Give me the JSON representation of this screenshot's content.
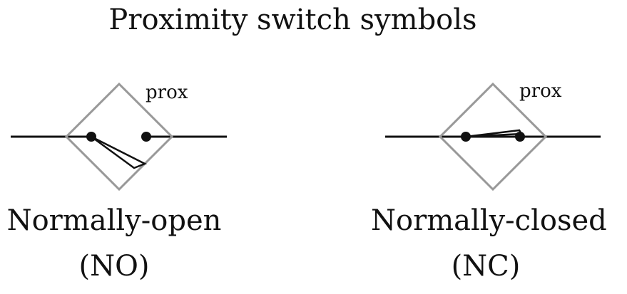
{
  "title": "Proximity switch symbols",
  "symbols": [
    {
      "id": "no",
      "tag": "prox",
      "caption": "Normally-open",
      "abbreviation": "(NO)",
      "contact_state": "open"
    },
    {
      "id": "nc",
      "tag": "prox",
      "caption": "Normally-closed",
      "abbreviation": "(NC)",
      "contact_state": "closed"
    }
  ],
  "colors": {
    "diamond": "#999999",
    "wire": "#111111",
    "text": "#111111"
  }
}
